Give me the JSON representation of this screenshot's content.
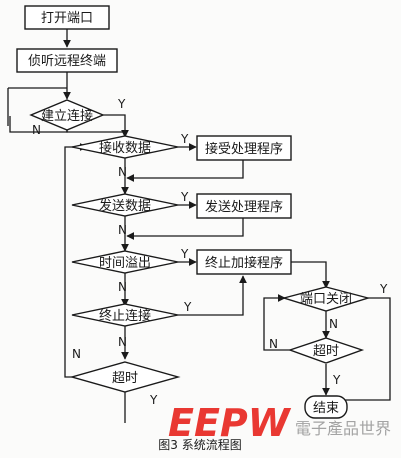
{
  "nodes": {
    "open_port": "打开端口",
    "listen": "侦听远程终端",
    "connect": "建立连接",
    "recv": "接收数据",
    "recv_proc": "接受处理程序",
    "send": "发送数据",
    "send_proc": "发送处理程序",
    "timeout": "时间溢出",
    "stop_proc": "终止加接程序",
    "stop_conn": "终止连接",
    "port_closed": "端口关闭",
    "timeout2": "超时",
    "timeout3": "超时",
    "end": "结束"
  },
  "branch": {
    "yes": "Y",
    "no": "N"
  },
  "caption": "图3  系统流程图",
  "watermark": {
    "logo": "EEPW",
    "cn": "電子產品世界"
  },
  "colors": {
    "stroke": "#1a1a1a",
    "logo": "#e8231d",
    "watermark_text": "#9a9a9a"
  }
}
